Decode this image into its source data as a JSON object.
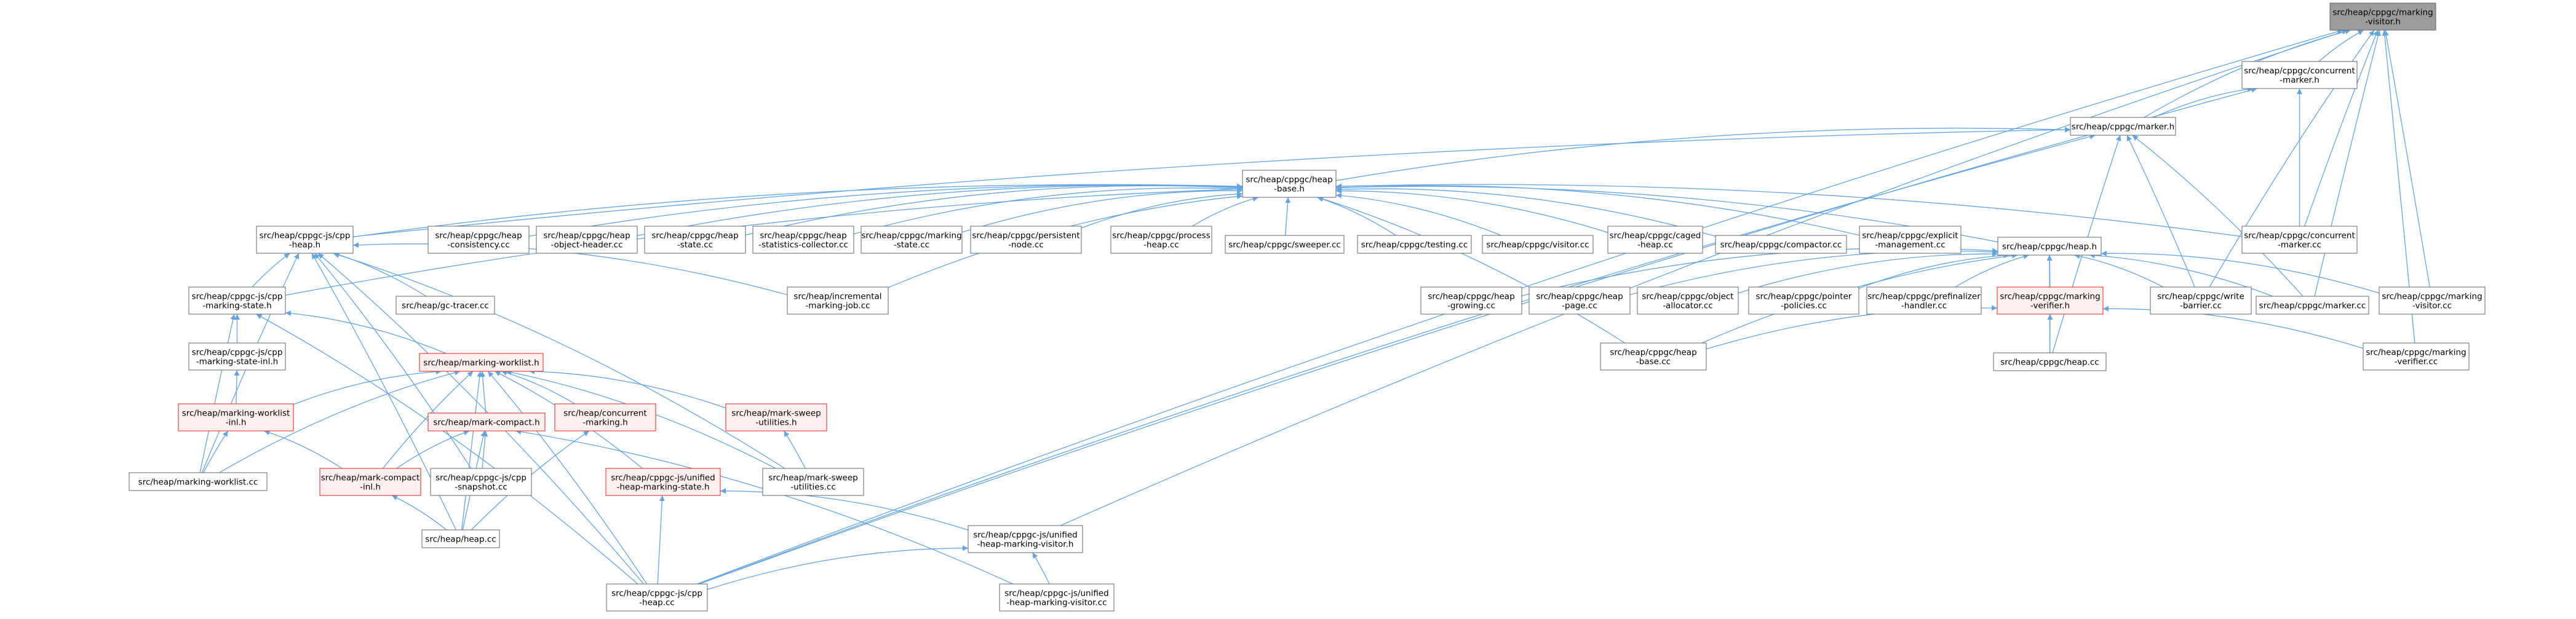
{
  "graph": {
    "colors": {
      "edge": "#63a4e3",
      "node_border": "#666666",
      "node_fill": "#ffffff",
      "root_fill": "#9b9b9b",
      "root_border": "#666666",
      "incomplete_border": "#e3231c",
      "incomplete_fill": "#fff0f0"
    },
    "nodes": [
      {
        "id": "marking_visitor_h",
        "lines": [
          "src/heap/cppgc/marking",
          "-visitor.h"
        ],
        "style": "root"
      },
      {
        "id": "concurrent_marker_h",
        "lines": [
          "src/heap/cppgc/concurrent",
          "-marker.h"
        ],
        "style": "normal"
      },
      {
        "id": "marker_h",
        "lines": [
          "src/heap/cppgc/marker.h"
        ],
        "style": "normal"
      },
      {
        "id": "heap_base_h",
        "lines": [
          "src/heap/cppgc/heap",
          "-base.h"
        ],
        "style": "normal"
      },
      {
        "id": "cppgc_js_cpp_heap_h",
        "lines": [
          "src/heap/cppgc-js/cpp",
          "-heap.h"
        ],
        "style": "normal"
      },
      {
        "id": "heap_consistency_cc",
        "lines": [
          "src/heap/cppgc/heap",
          "-consistency.cc"
        ],
        "style": "normal"
      },
      {
        "id": "heap_object_header_cc",
        "lines": [
          "src/heap/cppgc/heap",
          "-object-header.cc"
        ],
        "style": "normal"
      },
      {
        "id": "heap_state_cc",
        "lines": [
          "src/heap/cppgc/heap",
          "-state.cc"
        ],
        "style": "normal"
      },
      {
        "id": "heap_statistics_collector_cc",
        "lines": [
          "src/heap/cppgc/heap",
          "-statistics-collector.cc"
        ],
        "style": "normal"
      },
      {
        "id": "marking_state_cc",
        "lines": [
          "src/heap/cppgc/marking",
          "-state.cc"
        ],
        "style": "normal"
      },
      {
        "id": "persistent_node_cc",
        "lines": [
          "src/heap/cppgc/persistent",
          "-node.cc"
        ],
        "style": "normal"
      },
      {
        "id": "process_heap_cc",
        "lines": [
          "src/heap/cppgc/process",
          "-heap.cc"
        ],
        "style": "normal"
      },
      {
        "id": "sweeper_cc",
        "lines": [
          "src/heap/cppgc/sweeper.cc"
        ],
        "style": "normal"
      },
      {
        "id": "testing_cc",
        "lines": [
          "src/heap/cppgc/testing.cc"
        ],
        "style": "normal"
      },
      {
        "id": "visitor_cc",
        "lines": [
          "src/heap/cppgc/visitor.cc"
        ],
        "style": "normal"
      },
      {
        "id": "caged_heap_cc",
        "lines": [
          "src/heap/cppgc/caged",
          "-heap.cc"
        ],
        "style": "normal"
      },
      {
        "id": "compactor_cc",
        "lines": [
          "src/heap/cppgc/compactor.cc"
        ],
        "style": "normal"
      },
      {
        "id": "explicit_management_cc",
        "lines": [
          "src/heap/cppgc/explicit",
          "-management.cc"
        ],
        "style": "normal"
      },
      {
        "id": "concurrent_marker_cc",
        "lines": [
          "src/heap/cppgc/concurrent",
          "-marker.cc"
        ],
        "style": "normal"
      },
      {
        "id": "cppgc_heap_h",
        "lines": [
          "src/heap/cppgc/heap.h"
        ],
        "style": "normal"
      },
      {
        "id": "cppgc_js_marking_state_h",
        "lines": [
          "src/heap/cppgc-js/cpp",
          "-marking-state.h"
        ],
        "style": "normal"
      },
      {
        "id": "gc_tracer_cc",
        "lines": [
          "src/heap/gc-tracer.cc"
        ],
        "style": "normal"
      },
      {
        "id": "incremental_marking_job_cc",
        "lines": [
          "src/heap/incremental",
          "-marking-job.cc"
        ],
        "style": "normal"
      },
      {
        "id": "heap_growing_cc",
        "lines": [
          "src/heap/cppgc/heap",
          "-growing.cc"
        ],
        "style": "normal"
      },
      {
        "id": "heap_page_cc",
        "lines": [
          "src/heap/cppgc/heap",
          "-page.cc"
        ],
        "style": "normal"
      },
      {
        "id": "object_allocator_cc",
        "lines": [
          "src/heap/cppgc/object",
          "-allocator.cc"
        ],
        "style": "normal"
      },
      {
        "id": "pointer_policies_cc",
        "lines": [
          "src/heap/cppgc/pointer",
          "-policies.cc"
        ],
        "style": "normal"
      },
      {
        "id": "prefinalizer_handler_cc",
        "lines": [
          "src/heap/cppgc/prefinalizer",
          "-handler.cc"
        ],
        "style": "normal"
      },
      {
        "id": "marking_verifier_h",
        "lines": [
          "src/heap/cppgc/marking",
          "-verifier.h"
        ],
        "style": "incomplete"
      },
      {
        "id": "write_barrier_cc",
        "lines": [
          "src/heap/cppgc/write",
          "-barrier.cc"
        ],
        "style": "normal"
      },
      {
        "id": "marker_cc",
        "lines": [
          "src/heap/cppgc/marker.cc"
        ],
        "style": "normal"
      },
      {
        "id": "marking_visitor_cc",
        "lines": [
          "src/heap/cppgc/marking",
          "-visitor.cc"
        ],
        "style": "normal"
      },
      {
        "id": "cppgc_js_marking_state_inl_h",
        "lines": [
          "src/heap/cppgc-js/cpp",
          "-marking-state-inl.h"
        ],
        "style": "normal"
      },
      {
        "id": "marking_worklist_h",
        "lines": [
          "src/heap/marking-worklist.h"
        ],
        "style": "incomplete"
      },
      {
        "id": "heap_base_cc",
        "lines": [
          "src/heap/cppgc/heap",
          "-base.cc"
        ],
        "style": "normal"
      },
      {
        "id": "cppgc_heap_cc",
        "lines": [
          "src/heap/cppgc/heap.cc"
        ],
        "style": "normal"
      },
      {
        "id": "marking_verifier_cc",
        "lines": [
          "src/heap/cppgc/marking",
          "-verifier.cc"
        ],
        "style": "normal"
      },
      {
        "id": "marking_worklist_inl_h",
        "lines": [
          "src/heap/marking-worklist",
          "-inl.h"
        ],
        "style": "incomplete"
      },
      {
        "id": "mark_compact_h",
        "lines": [
          "src/heap/mark-compact.h"
        ],
        "style": "incomplete"
      },
      {
        "id": "concurrent_marking_h",
        "lines": [
          "src/heap/concurrent",
          "-marking.h"
        ],
        "style": "incomplete"
      },
      {
        "id": "mark_sweep_utilities_h",
        "lines": [
          "src/heap/mark-sweep",
          "-utilities.h"
        ],
        "style": "incomplete"
      },
      {
        "id": "marking_worklist_cc",
        "lines": [
          "src/heap/marking-worklist.cc"
        ],
        "style": "normal"
      },
      {
        "id": "mark_compact_inl_h",
        "lines": [
          "src/heap/mark-compact",
          "-inl.h"
        ],
        "style": "incomplete"
      },
      {
        "id": "cpp_snapshot_cc",
        "lines": [
          "src/heap/cppgc-js/cpp",
          "-snapshot.cc"
        ],
        "style": "normal"
      },
      {
        "id": "unified_heap_marking_state_h",
        "lines": [
          "src/heap/cppgc-js/unified",
          "-heap-marking-state.h"
        ],
        "style": "incomplete"
      },
      {
        "id": "mark_sweep_utilities_cc",
        "lines": [
          "src/heap/mark-sweep",
          "-utilities.cc"
        ],
        "style": "normal"
      },
      {
        "id": "heap_heap_cc",
        "lines": [
          "src/heap/heap.cc"
        ],
        "style": "normal"
      },
      {
        "id": "unified_heap_marking_visitor_h",
        "lines": [
          "src/heap/cppgc-js/unified",
          "-heap-marking-visitor.h"
        ],
        "style": "normal"
      },
      {
        "id": "cppgc_js_cpp_heap_cc",
        "lines": [
          "src/heap/cppgc-js/cpp",
          "-heap.cc"
        ],
        "style": "normal"
      },
      {
        "id": "unified_heap_marking_visitor_cc",
        "lines": [
          "src/heap/cppgc-js/unified",
          "-heap-marking-visitor.cc"
        ],
        "style": "normal"
      }
    ],
    "edges": [
      [
        "marking_visitor_h",
        "concurrent_marker_h"
      ],
      [
        "marking_visitor_h",
        "marker_h"
      ],
      [
        "marking_visitor_h",
        "concurrent_marker_cc"
      ],
      [
        "marking_visitor_h",
        "write_barrier_cc"
      ],
      [
        "marking_visitor_h",
        "marker_cc"
      ],
      [
        "marking_visitor_h",
        "marking_visitor_cc"
      ],
      [
        "marking_visitor_h",
        "marking_verifier_cc"
      ],
      [
        "marking_visitor_h",
        "unified_heap_marking_visitor_h"
      ],
      [
        "marking_visitor_h",
        "cppgc_js_cpp_heap_cc"
      ],
      [
        "concurrent_marker_h",
        "marker_h"
      ],
      [
        "concurrent_marker_h",
        "concurrent_marker_cc"
      ],
      [
        "concurrent_marker_h",
        "cppgc_js_cpp_heap_cc"
      ],
      [
        "marker_h",
        "heap_base_h"
      ],
      [
        "marker_h",
        "cppgc_js_cpp_heap_h"
      ],
      [
        "marker_h",
        "write_barrier_cc"
      ],
      [
        "marker_h",
        "marker_cc"
      ],
      [
        "marker_h",
        "cppgc_heap_cc"
      ],
      [
        "marker_h",
        "cppgc_js_cpp_heap_cc"
      ],
      [
        "heap_base_h",
        "cppgc_js_cpp_heap_h"
      ],
      [
        "heap_base_h",
        "heap_consistency_cc"
      ],
      [
        "heap_base_h",
        "heap_object_header_cc"
      ],
      [
        "heap_base_h",
        "heap_state_cc"
      ],
      [
        "heap_base_h",
        "heap_statistics_collector_cc"
      ],
      [
        "heap_base_h",
        "marking_state_cc"
      ],
      [
        "heap_base_h",
        "persistent_node_cc"
      ],
      [
        "heap_base_h",
        "process_heap_cc"
      ],
      [
        "heap_base_h",
        "sweeper_cc"
      ],
      [
        "heap_base_h",
        "testing_cc"
      ],
      [
        "heap_base_h",
        "visitor_cc"
      ],
      [
        "heap_base_h",
        "caged_heap_cc"
      ],
      [
        "heap_base_h",
        "compactor_cc"
      ],
      [
        "heap_base_h",
        "explicit_management_cc"
      ],
      [
        "heap_base_h",
        "cppgc_heap_h"
      ],
      [
        "heap_base_h",
        "concurrent_marker_cc"
      ],
      [
        "heap_base_h",
        "heap_base_cc"
      ],
      [
        "heap_base_h",
        "cppgc_js_marking_state_h"
      ],
      [
        "heap_base_h",
        "incremental_marking_job_cc"
      ],
      [
        "cppgc_js_cpp_heap_h",
        "cppgc_js_marking_state_h"
      ],
      [
        "cppgc_js_cpp_heap_h",
        "gc_tracer_cc"
      ],
      [
        "cppgc_js_cpp_heap_h",
        "incremental_marking_job_cc"
      ],
      [
        "cppgc_js_cpp_heap_h",
        "marking_worklist_cc"
      ],
      [
        "cppgc_js_cpp_heap_h",
        "cpp_snapshot_cc"
      ],
      [
        "cppgc_js_cpp_heap_h",
        "heap_heap_cc"
      ],
      [
        "cppgc_js_cpp_heap_h",
        "mark_sweep_utilities_cc"
      ],
      [
        "cppgc_js_cpp_heap_h",
        "cppgc_js_cpp_heap_cc"
      ],
      [
        "cppgc_heap_h",
        "heap_growing_cc"
      ],
      [
        "cppgc_heap_h",
        "heap_page_cc"
      ],
      [
        "cppgc_heap_h",
        "object_allocator_cc"
      ],
      [
        "cppgc_heap_h",
        "pointer_policies_cc"
      ],
      [
        "cppgc_heap_h",
        "prefinalizer_handler_cc"
      ],
      [
        "cppgc_heap_h",
        "marking_verifier_h"
      ],
      [
        "cppgc_heap_h",
        "write_barrier_cc"
      ],
      [
        "cppgc_heap_h",
        "marker_cc"
      ],
      [
        "cppgc_heap_h",
        "marking_visitor_cc"
      ],
      [
        "cppgc_heap_h",
        "heap_base_cc"
      ],
      [
        "cppgc_heap_h",
        "cppgc_heap_cc"
      ],
      [
        "marking_verifier_h",
        "heap_base_cc"
      ],
      [
        "marking_verifier_h",
        "cppgc_heap_cc"
      ],
      [
        "marking_verifier_h",
        "marking_verifier_cc"
      ],
      [
        "cppgc_js_marking_state_h",
        "cppgc_js_marking_state_inl_h"
      ],
      [
        "cppgc_js_marking_state_h",
        "marking_worklist_h"
      ],
      [
        "cppgc_js_marking_state_h",
        "marking_worklist_cc"
      ],
      [
        "cppgc_js_marking_state_h",
        "cppgc_js_cpp_heap_cc"
      ],
      [
        "cppgc_js_marking_state_inl_h",
        "marking_worklist_inl_h"
      ],
      [
        "marking_worklist_h",
        "marking_worklist_inl_h"
      ],
      [
        "marking_worklist_h",
        "mark_compact_h"
      ],
      [
        "marking_worklist_h",
        "concurrent_marking_h"
      ],
      [
        "marking_worklist_h",
        "mark_sweep_utilities_h"
      ],
      [
        "marking_worklist_h",
        "marking_worklist_cc"
      ],
      [
        "marking_worklist_h",
        "mark_compact_inl_h"
      ],
      [
        "marking_worklist_h",
        "unified_heap_marking_state_h"
      ],
      [
        "marking_worklist_h",
        "mark_sweep_utilities_cc"
      ],
      [
        "marking_worklist_h",
        "heap_heap_cc"
      ],
      [
        "marking_worklist_h",
        "cppgc_js_cpp_heap_cc"
      ],
      [
        "marking_worklist_inl_h",
        "marking_worklist_cc"
      ],
      [
        "marking_worklist_inl_h",
        "mark_compact_inl_h"
      ],
      [
        "mark_compact_h",
        "mark_compact_inl_h"
      ],
      [
        "mark_compact_h",
        "cpp_snapshot_cc"
      ],
      [
        "mark_compact_h",
        "heap_heap_cc"
      ],
      [
        "mark_compact_h",
        "unified_heap_marking_visitor_cc"
      ],
      [
        "concurrent_marking_h",
        "heap_heap_cc"
      ],
      [
        "mark_sweep_utilities_h",
        "mark_sweep_utilities_cc"
      ],
      [
        "mark_compact_inl_h",
        "heap_heap_cc"
      ],
      [
        "unified_heap_marking_state_h",
        "unified_heap_marking_visitor_h"
      ],
      [
        "unified_heap_marking_state_h",
        "cppgc_js_cpp_heap_cc"
      ],
      [
        "unified_heap_marking_visitor_h",
        "cppgc_js_cpp_heap_cc"
      ],
      [
        "unified_heap_marking_visitor_h",
        "unified_heap_marking_visitor_cc"
      ]
    ]
  }
}
